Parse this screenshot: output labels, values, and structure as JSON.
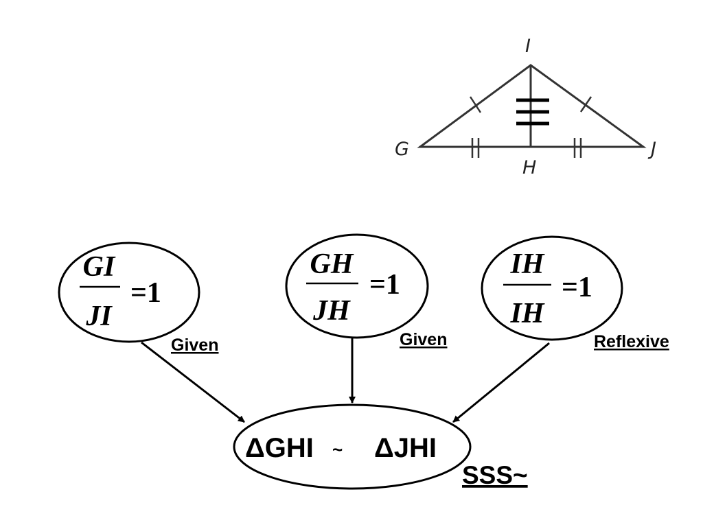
{
  "figure": {
    "points": {
      "G": "G",
      "H": "H",
      "I": "I",
      "J": "J"
    }
  },
  "flow": {
    "statements": [
      {
        "numerator": "GI",
        "denominator": "JI",
        "equals": "=1",
        "reason": "Given"
      },
      {
        "numerator": "GH",
        "denominator": "JH",
        "equals": "=1",
        "reason": "Given"
      },
      {
        "numerator": "IH",
        "denominator": "IH",
        "equals": "=1",
        "reason": "Reflexive"
      }
    ],
    "conclusion": {
      "left": "ΔGHI",
      "relation": "~",
      "right": "ΔJHI",
      "reason": "SSS~"
    }
  }
}
